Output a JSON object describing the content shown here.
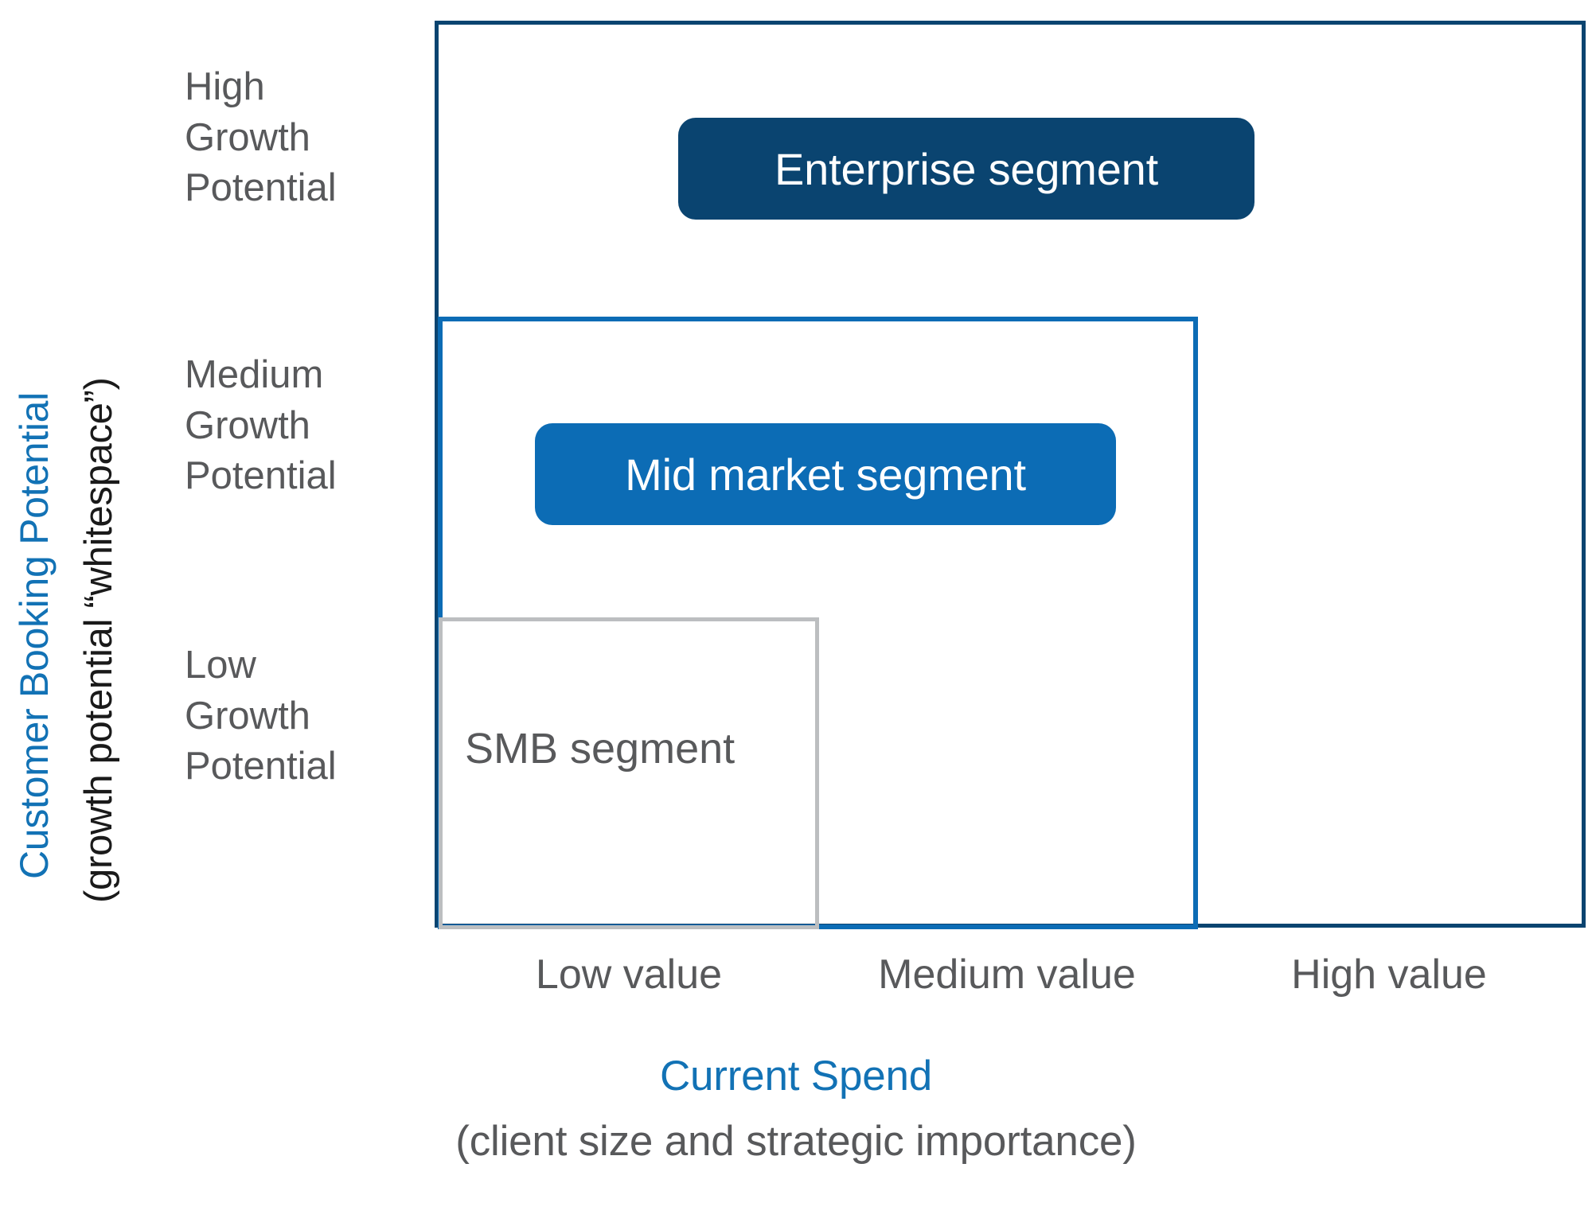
{
  "chart_data": {
    "type": "diagram",
    "subtype": "nested-segmentation-matrix",
    "title": "",
    "xlabel": "Current Spend",
    "xlabel_sub": "(client size and strategic importance)",
    "ylabel": "Customer Booking Potential",
    "ylabel_sub": "(growth potential “whitespace”)",
    "x_categories": [
      "Low value",
      "Medium value",
      "High value"
    ],
    "y_categories": [
      "High Growth Potential",
      "Medium Growth Potential",
      "Low Growth Potential"
    ],
    "grid": false,
    "legend": "none",
    "regions": [
      {
        "name": "Enterprise segment",
        "label": "Enterprise segment",
        "x_span": [
          "Low value",
          "High value"
        ],
        "y_span": [
          "Low Growth Potential",
          "High Growth Potential"
        ],
        "border_color": "#0A4470",
        "fill_color": "#0A4470",
        "label_text_color": "#FFFFFF",
        "label_style": "filled-pill"
      },
      {
        "name": "Mid market segment",
        "label": "Mid market segment",
        "x_span": [
          "Low value",
          "Medium value"
        ],
        "y_span": [
          "Low Growth Potential",
          "Medium Growth Potential"
        ],
        "border_color": "#0C6CB5",
        "fill_color": "#0C6CB5",
        "label_text_color": "#FFFFFF",
        "label_style": "filled-pill"
      },
      {
        "name": "SMB segment",
        "label": "SMB segment",
        "x_span": [
          "Low value",
          "Low value"
        ],
        "y_span": [
          "Low Growth Potential",
          "Low Growth Potential"
        ],
        "border_color": "#BCBEC0",
        "fill_color": "none",
        "label_text_color": "#58595B",
        "label_style": "plain-text"
      }
    ]
  },
  "axes": {
    "y": {
      "title": "Customer Booking Potential",
      "title_color": "#1272B5",
      "subtitle": "(growth potential “whitespace”)",
      "subtitle_color": "#1a1a1a",
      "ticks": [
        {
          "line1": "High",
          "line2": "Growth",
          "line3": "Potential"
        },
        {
          "line1": "Medium",
          "line2": "Growth",
          "line3": "Potential"
        },
        {
          "line1": "Low",
          "line2": "Growth",
          "line3": "Potential"
        }
      ]
    },
    "x": {
      "title": "Current Spend",
      "title_color": "#1272B5",
      "subtitle": "(client size and strategic importance)",
      "subtitle_color": "#58595B",
      "ticks": [
        "Low value",
        "Medium value",
        "High value"
      ]
    }
  },
  "segments": {
    "enterprise": {
      "label": "Enterprise segment",
      "color": "#0A4470"
    },
    "midmarket": {
      "label": "Mid market segment",
      "color": "#0C6CB5"
    },
    "smb": {
      "label": "SMB segment",
      "color": "#BCBEC0"
    }
  },
  "colors": {
    "navy": "#0A4470",
    "blue": "#0C6CB5",
    "accent_blue": "#1272B5",
    "gray_border": "#BCBEC0",
    "gray_text": "#58595B",
    "background": "#FFFFFF"
  }
}
